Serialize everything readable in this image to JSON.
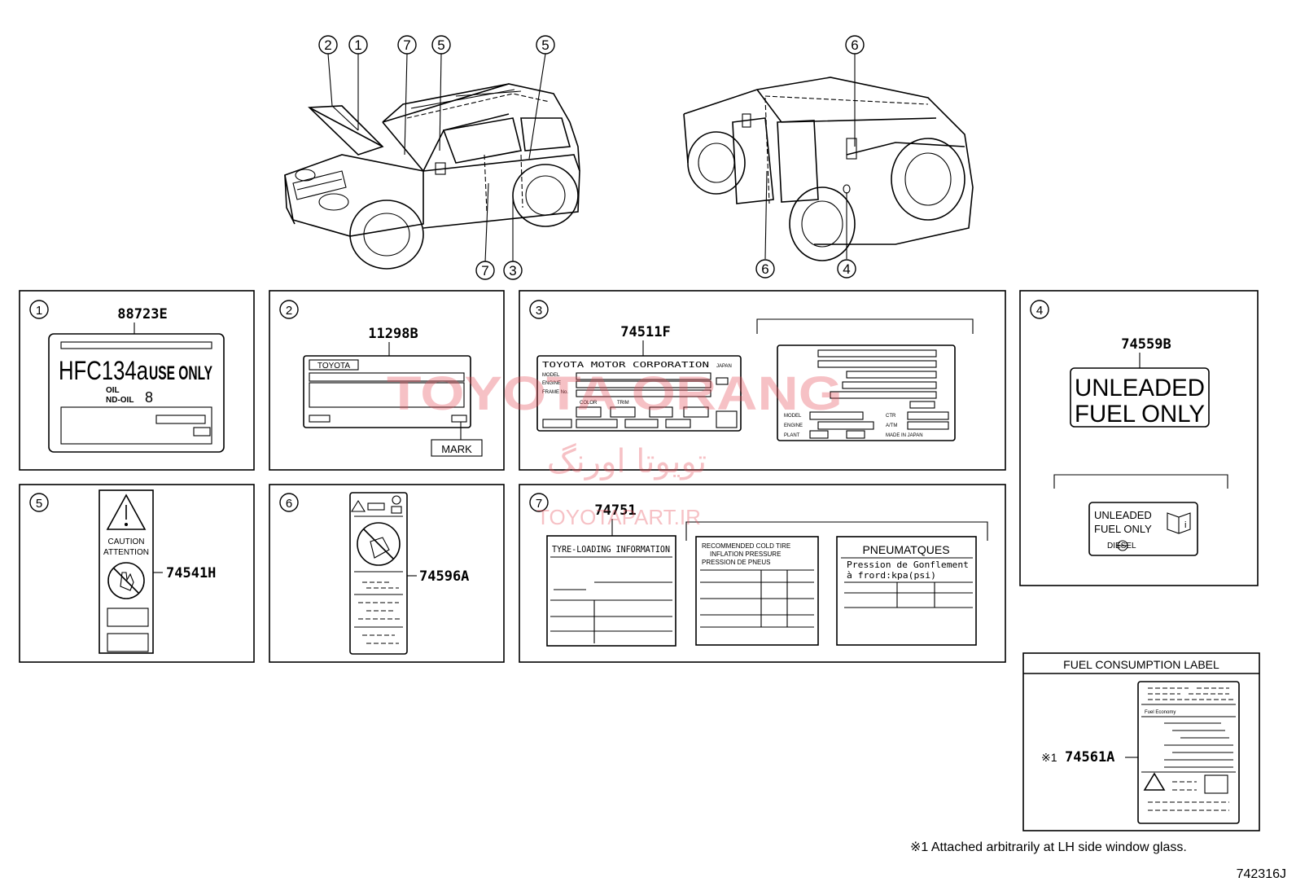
{
  "callouts": {
    "top_left": [
      "2",
      "1",
      "7",
      "5",
      "5"
    ],
    "bottom_left": [
      "7",
      "3"
    ],
    "top_right": [
      "6"
    ],
    "bottom_right": [
      "6",
      "4"
    ]
  },
  "panels": [
    {
      "num": "1",
      "part": "88723E",
      "label_main": "HFC134a",
      "label_sub": "USE ONLY",
      "oil": "OIL",
      "nd_oil": "ND-OIL",
      "oil_num": "8"
    },
    {
      "num": "2",
      "part": "11298B",
      "brand": "TOYOTA",
      "mark": "MARK"
    },
    {
      "num": "3",
      "part": "74511F",
      "header": "TOYOTA MOTOR CORPORATION",
      "japan": "JAPAN",
      "model": "MODEL",
      "engine": "ENGINE",
      "frame": "FRAME No.",
      "color": "COLOR",
      "trim": "TRIM",
      "alt_model": "MODEL",
      "alt_engine": "ENGINE",
      "alt_plant": "PLANT",
      "alt_ctr": "CTR",
      "alt_axle": "A/TM",
      "alt_made": "MADE IN JAPAN"
    },
    {
      "num": "4",
      "part": "74559B",
      "big_line1": "UNLEADED",
      "big_line2": "FUEL ONLY",
      "small_line1": "UNLEADED",
      "small_line2": "FUEL ONLY",
      "small_line3": "DIESEL"
    },
    {
      "num": "5",
      "part": "74541H",
      "caution": "CAUTION",
      "attention": "ATTENTION"
    },
    {
      "num": "6",
      "part": "74596A"
    },
    {
      "num": "7",
      "part": "74751",
      "tyre": "TYRE-LOADING INFORMATION",
      "rec1": "RECOMMENDED COLD TIRE",
      "rec2": "INFLATION PRESSURE",
      "rec3": "PRESSION DE PNEUS",
      "pneu": "PNEUMATQUES",
      "pneu2": "Pression de Gonflement",
      "pneu3": "à frord:kpa(psi)"
    }
  ],
  "fuel_consumption": {
    "title": "FUEL CONSUMPTION LABEL",
    "mark": "※1",
    "part": "74561A",
    "fuel_economy": "Fuel Economy"
  },
  "watermark": {
    "line1": "TOYOTA ORANG",
    "line2": "تویوتا اورنگ",
    "line3": "TOYOTAPART.IR"
  },
  "footnote": "※1  Attached arbitrarily at LH side window glass.",
  "diagram_id": "742316J"
}
